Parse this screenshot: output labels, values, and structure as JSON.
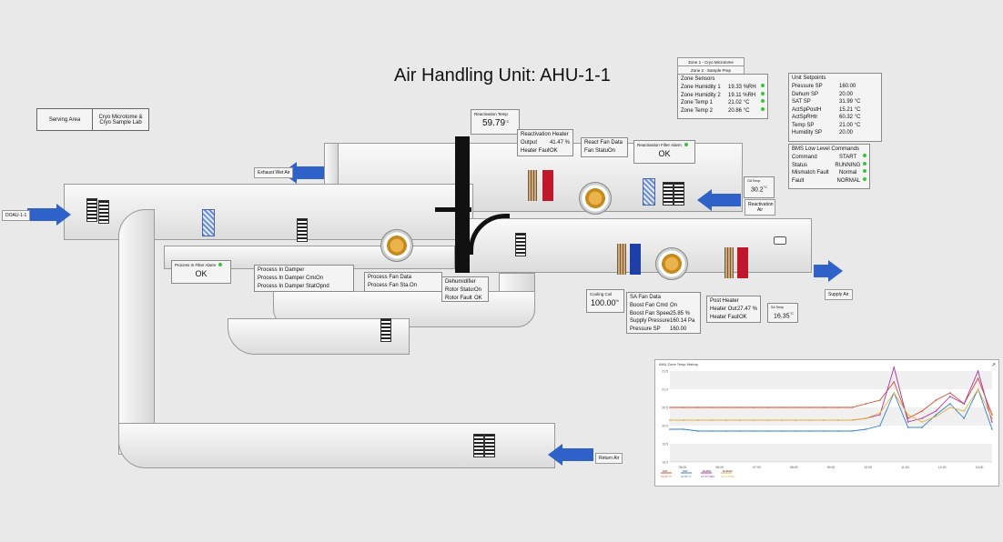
{
  "title": "Air Handling Unit: AHU-1-1",
  "serving": {
    "label": "Serving Area",
    "value": "Cryo Microtome & Cryo Sample Lab"
  },
  "zone_tabs": [
    "Zone 1 - Cryo Microtome",
    "Zone 2 - Sample Prep"
  ],
  "zone_sensors": {
    "header": "Zone Sensors",
    "rows": [
      {
        "k": "Zone Humidity 1",
        "v": "19.33 %RH"
      },
      {
        "k": "Zone Humidity 2",
        "v": "19.11 %RH"
      },
      {
        "k": "Zone Temp 1",
        "v": "21.02 °C"
      },
      {
        "k": "Zone Temp 2",
        "v": "20.86 °C"
      }
    ]
  },
  "unit_setpoints": {
    "header": "Unit Setpoints",
    "rows": [
      {
        "k": "Pressure SP",
        "v": "160.00"
      },
      {
        "k": "Dehum SP",
        "v": "20.00"
      },
      {
        "k": "SAT SP",
        "v": "31.99 °C"
      },
      {
        "k": "ActSpPostH",
        "v": "15.21 °C"
      },
      {
        "k": "ActSpRHtr",
        "v": "60.32 °C"
      },
      {
        "k": "Temp SP",
        "v": "21.00 °C"
      },
      {
        "k": "Humidity SP",
        "v": "20.00"
      }
    ]
  },
  "bms": {
    "header": "BMS Low Level Commands",
    "rows": [
      {
        "k": "Command",
        "v": "START"
      },
      {
        "k": "Status",
        "v": "RUNNING"
      },
      {
        "k": "Mismatch Fault",
        "v": "Normal"
      },
      {
        "k": "Fault",
        "v": "NORMAL"
      }
    ]
  },
  "reactivation_temp": {
    "label": "Reactivation Temp",
    "value": "59.79",
    "unit": "°C"
  },
  "reactivation_heater": {
    "header": "Reactivation Heater",
    "rows": [
      {
        "k": "Output",
        "v": "41.47 %"
      },
      {
        "k": "Heater Fault",
        "v": "OK"
      }
    ]
  },
  "react_fan": {
    "header": "React Fan Data",
    "rows": [
      {
        "k": "Fan Status",
        "v": "On"
      }
    ]
  },
  "react_filter_alarm": {
    "label": "Reactivation Filter Alarm",
    "value": "OK"
  },
  "oa_temp": {
    "label": "OA Temp",
    "value": "30.2",
    "unit": "°C"
  },
  "reactivation_air": "Reactivation Air",
  "exhaust_air": "Exhaust Wet Air",
  "doau": "DOAU-1-1",
  "process_filter_alarm": {
    "label": "Process In Filter Alarm",
    "value": "OK"
  },
  "process_damper": {
    "header": "Process In Damper",
    "rows": [
      {
        "k": "Process In Damper Cmd",
        "v": "On"
      },
      {
        "k": "Process In Damper State",
        "v": "Opnd"
      }
    ]
  },
  "process_fan": {
    "header": "Process Fan Data",
    "rows": [
      {
        "k": "Process Fan Sta...",
        "v": "On"
      }
    ]
  },
  "dehumidifier": {
    "header": "Dehumidifier",
    "rows": [
      {
        "k": "Rotor Status",
        "v": "On"
      },
      {
        "k": "Rotor Fault",
        "v": "OK"
      }
    ]
  },
  "cooling_coil": {
    "label": "Cooling Coil",
    "value": "100.00",
    "unit": "%"
  },
  "sa_fan": {
    "header": "SA Fan Data",
    "rows": [
      {
        "k": "Boost Fan Cmd",
        "v": "On"
      },
      {
        "k": "Boost Fan Speed",
        "v": "25.85 %"
      },
      {
        "k": "Supply Pressure",
        "v": "160.14 Pa"
      },
      {
        "k": "Pressure SP",
        "v": "160.00"
      }
    ]
  },
  "post_heater": {
    "header": "Post Heater",
    "rows": [
      {
        "k": "Heater Out...",
        "v": "27.47 %"
      },
      {
        "k": "Heater Fault",
        "v": "OK"
      }
    ]
  },
  "sa_temp": {
    "label": "SA Temp",
    "value": "16.35",
    "unit": "°C"
  },
  "supply_air": "Supply Air",
  "return_air": "Return Air",
  "chart_panel": {
    "title": "AHU Zone Temp History"
  },
  "chart_data": {
    "type": "line",
    "title": "AHU Zone Temp History",
    "x": [
      "05:00",
      "06:00",
      "07:00",
      "08:00",
      "09:00",
      "10:00",
      "11:00",
      "12:00",
      "13:00"
    ],
    "ylim": [
      19.0,
      21.5
    ],
    "yticks": [
      "21.5",
      "21.0",
      "20.5",
      "20.0",
      "19.5",
      "19.0"
    ],
    "series": [
      {
        "name": "SAT",
        "color": "#d9482b",
        "value_label": "21.02 °C",
        "values": [
          20.5,
          20.5,
          20.5,
          20.5,
          20.5,
          20.5,
          20.5,
          20.5,
          20.5,
          20.5,
          20.5,
          20.5,
          20.5,
          20.5,
          20.6,
          20.7,
          21.2,
          20.2,
          20.4,
          20.7,
          20.9,
          20.6,
          21.3,
          20.3
        ]
      },
      {
        "name": "ZAT",
        "color": "#2f7fd0",
        "value_label": "20.86 °C",
        "values": [
          19.9,
          19.9,
          19.85,
          19.85,
          19.85,
          19.85,
          19.85,
          19.85,
          19.85,
          19.85,
          19.85,
          19.85,
          19.85,
          19.85,
          19.9,
          20.0,
          20.9,
          19.95,
          19.95,
          20.3,
          20.6,
          20.2,
          21.0,
          19.9
        ]
      },
      {
        "name": "RefRH",
        "color": "#b02fa0",
        "value_label": "19.33 %RH",
        "values": [
          20.15,
          20.15,
          20.15,
          20.15,
          20.15,
          20.15,
          20.15,
          20.15,
          20.15,
          20.15,
          20.15,
          20.15,
          20.15,
          20.15,
          20.2,
          20.3,
          21.6,
          20.1,
          20.2,
          20.4,
          20.8,
          20.6,
          21.5,
          20.1
        ]
      },
      {
        "name": "RefRH2",
        "color": "#e0b23a",
        "value_label": "19.11 %RH",
        "values": [
          20.15,
          20.15,
          20.15,
          20.15,
          20.15,
          20.15,
          20.15,
          20.15,
          20.15,
          20.15,
          20.15,
          20.15,
          20.15,
          20.15,
          20.2,
          20.35,
          20.9,
          20.3,
          20.1,
          20.25,
          20.5,
          20.4,
          21.0,
          20.2
        ]
      }
    ]
  }
}
